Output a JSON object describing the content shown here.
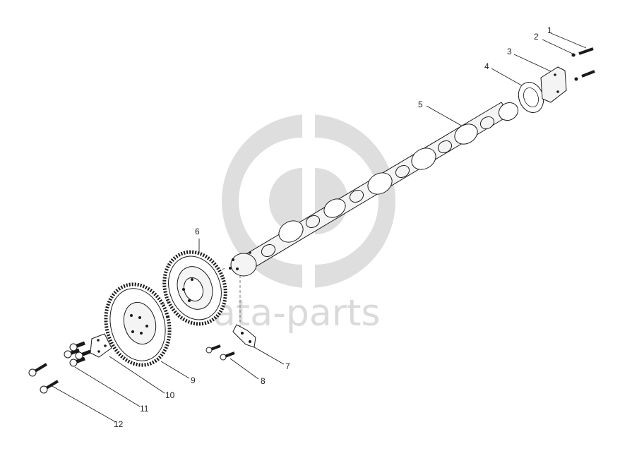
{
  "watermark": {
    "text": "ata-parts"
  },
  "callouts": [
    {
      "id": "1",
      "text": "1"
    },
    {
      "id": "2",
      "text": "2"
    },
    {
      "id": "3",
      "text": "3"
    },
    {
      "id": "4",
      "text": "4"
    },
    {
      "id": "5",
      "text": "5"
    },
    {
      "id": "6",
      "text": "6"
    },
    {
      "id": "7",
      "text": "7"
    },
    {
      "id": "8",
      "text": "8"
    },
    {
      "id": "9",
      "text": "9"
    },
    {
      "id": "10",
      "text": "10"
    },
    {
      "id": "11",
      "text": "11"
    },
    {
      "id": "12",
      "text": "12"
    }
  ]
}
